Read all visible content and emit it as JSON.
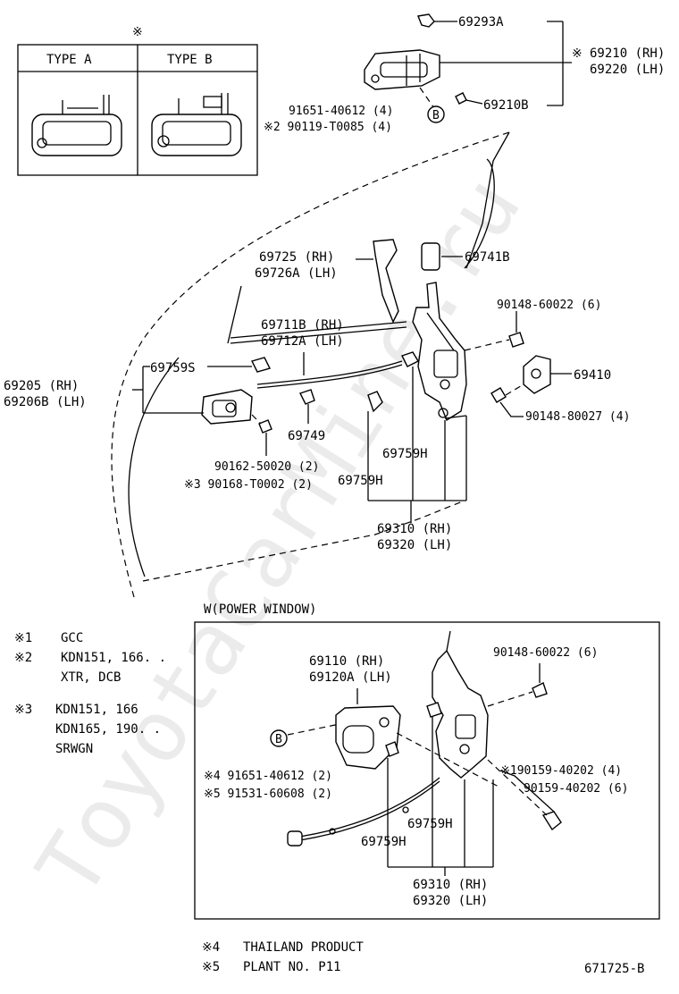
{
  "watermark": "ToyotaCarMine.ru",
  "type_table": {
    "note_mark": "※",
    "col_a": "TYPE A",
    "col_b": "TYPE B"
  },
  "parts": {
    "p69293A": "69293A",
    "p69210RH": "69210 (RH)",
    "p69220LH": "69220 (LH)",
    "mark_69210": "※",
    "p69210B": "69210B",
    "p91651_40612": "91651-40612 (4)",
    "p90119": "※2 90119-T0085 (4)",
    "ref_b": "B",
    "p69725": "69725  (RH)",
    "p69726A": "69726A (LH)",
    "p69741B": "69741B",
    "p90148_60022": "90148-60022 (6)",
    "p69711B": "69711B (RH)",
    "p69712A": "69712A (LH)",
    "p69205": "69205  (RH)",
    "p69206B": "69206B (LH)",
    "p69759S": "69759S",
    "p69410": "69410",
    "p90148_80027": "90148-80027 (4)",
    "p69749": "69749",
    "p69759H_a": "69759H",
    "p69759H_b": "69759H",
    "p90162": "90162-50020 (2)",
    "p90168": "※3  90168-T0002 (2)",
    "p69310": "69310 (RH)",
    "p69320": "69320 (LH)"
  },
  "power_window": {
    "title": "W(POWER WINDOW)",
    "p69110": "69110  (RH)",
    "p69120A": "69120A (LH)",
    "p90148_60022": "90148-60022 (6)",
    "ref_b": "B",
    "p90159_4": "※190159-40202 (4)",
    "p90159_6": "90159-40202 (6)",
    "p91651": "※4  91651-40612 (2)",
    "p91531": "※5  91531-60608 (2)",
    "p69759H_a": "69759H",
    "p69759H_b": "69759H",
    "p69310": "69310 (RH)",
    "p69320": "69320 (LH)"
  },
  "notes": [
    {
      "mark": "※1",
      "text": "GCC"
    },
    {
      "mark": "※2",
      "text": "KDN151, 166. .",
      "text2": "XTR, DCB"
    },
    {
      "mark": "※3",
      "text": "KDN151, 166",
      "text2": "KDN165, 190. .",
      "text3": "SRWGN"
    }
  ],
  "footer_notes": [
    {
      "mark": "※4",
      "text": "THAILAND PRODUCT"
    },
    {
      "mark": "※5",
      "text": "PLANT NO. P11"
    }
  ],
  "diagram_id": "671725-B"
}
